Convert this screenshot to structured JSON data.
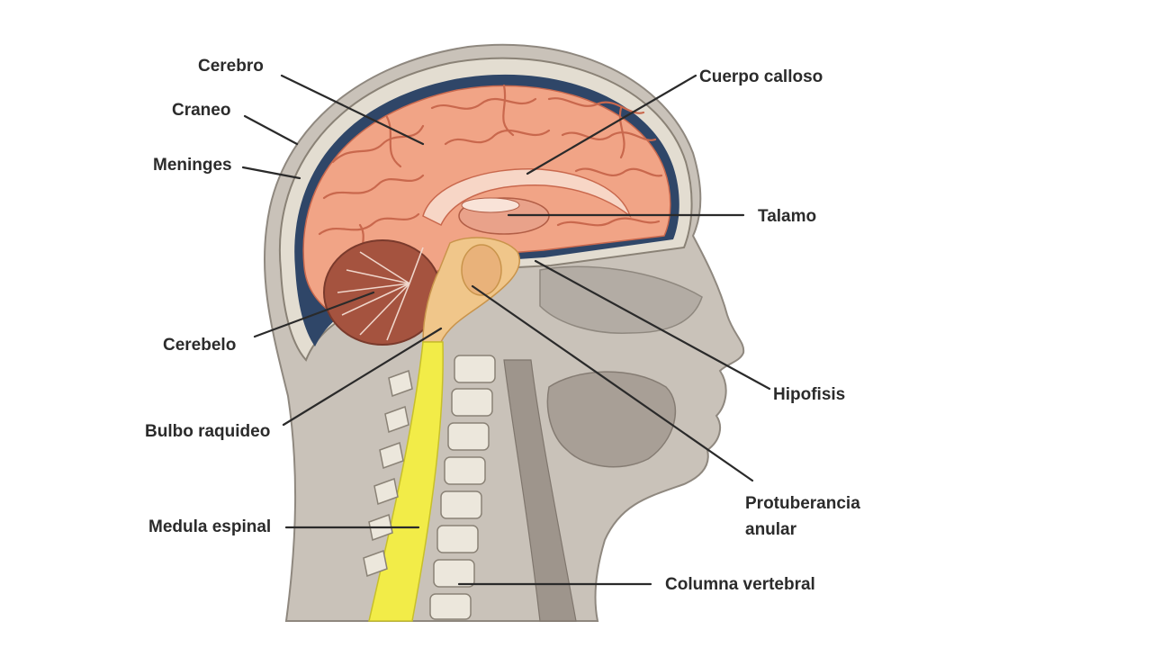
{
  "labels": {
    "cerebro": "Cerebro",
    "craneo": "Craneo",
    "meninges": "Meninges",
    "cerebelo": "Cerebelo",
    "bulbo": "Bulbo raquideo",
    "medula": "Medula espinal",
    "cuerpo_calloso": "Cuerpo calloso",
    "talamo": "Talamo",
    "hipofisis": "Hipofisis",
    "protuberancia_1": "Protuberancia",
    "protuberancia_2": "anular",
    "columna": "Columna vertebral"
  },
  "colors": {
    "brain": "#f1a486",
    "brain_fold": "#c9684d",
    "skull": "#d8d3c8",
    "meninges": "#2f4668",
    "cerebellum": "#a5533f",
    "spinal_cord": "#f2ec48",
    "tissue": "#b3aca4",
    "vertebra": "#ece7dc"
  }
}
